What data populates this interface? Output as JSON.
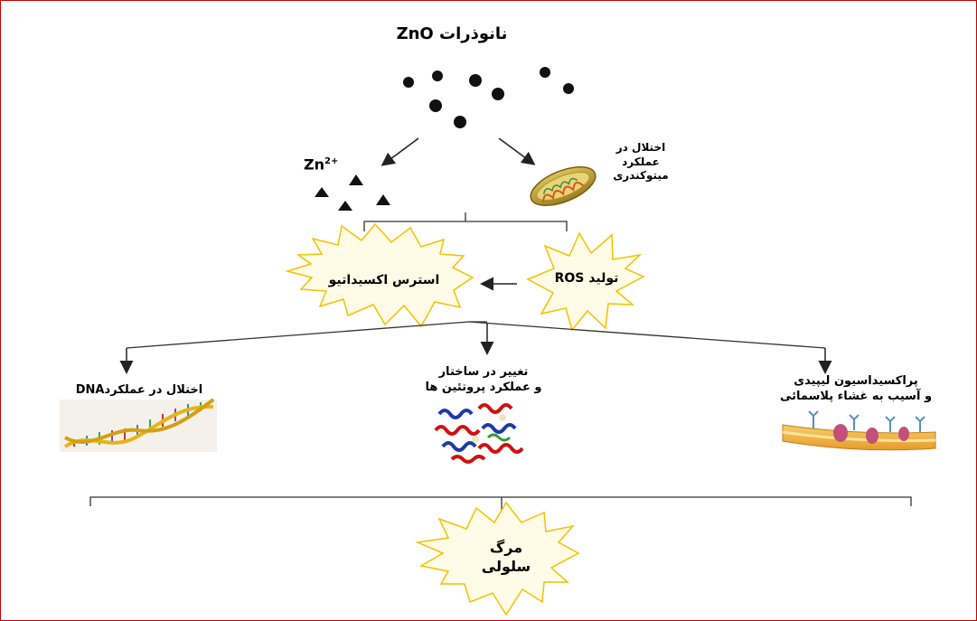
{
  "title": "نانوذرات ZnO",
  "ion": {
    "base": "Zn",
    "charge": "2+"
  },
  "mito_label": [
    "اختلال در",
    "عملکرد",
    "میتوکندری"
  ],
  "ros_label": "تولید  ROS",
  "stress_label": "استرس اکسیداتیو",
  "dna_label": "اختلال در عملکردDNA",
  "protein_label": [
    "تغییر در ساختار",
    "و عملکرد پروتئین ها"
  ],
  "lipid_label": [
    "پراکسیداسیون لیپیدی",
    "و آسیب به غشاء پلاسمائی"
  ],
  "death_label": [
    "مرگ",
    "سلولی"
  ],
  "colors": {
    "frame": "#c00000",
    "burst_fill": "#fffbe6",
    "burst_stroke": "#f2c200",
    "mito_outer": "#c8a93c",
    "dna_strand": "#e7b416",
    "protein_red": "#d01010",
    "protein_blue": "#1f3aa8",
    "membrane": "#f0b23c"
  }
}
